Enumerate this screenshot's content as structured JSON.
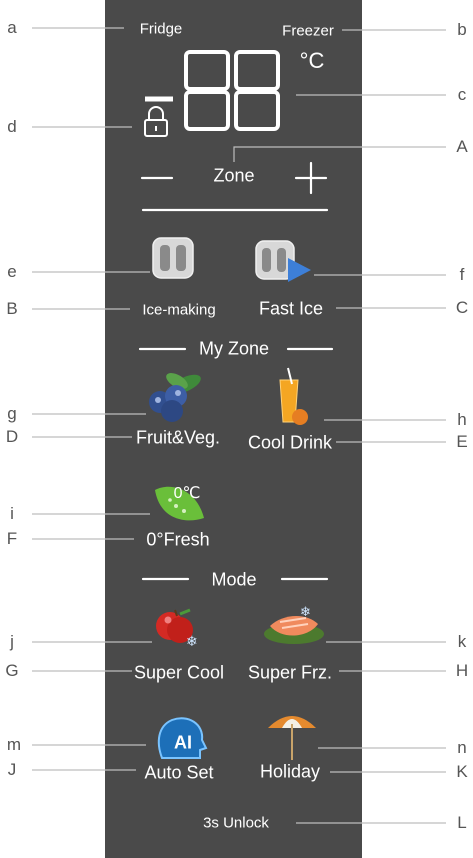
{
  "panel": {
    "fridge": "Fridge",
    "freezer": "Freezer",
    "degree": "°C",
    "display_minus": "-",
    "display_digits": "88",
    "zone": "Zone",
    "my_zone": "My Zone",
    "mode": "Mode",
    "ice_making": "Ice-making",
    "fast_ice": "Fast Ice",
    "fruit_veg": "Fruit&Veg.",
    "cool_drink": "Cool Drink",
    "zero_badge": "0℃",
    "zero_fresh": "0°Fresh",
    "super_cool": "Super Cool",
    "super_frz": "Super Frz.",
    "ai_badge": "AI",
    "auto_set": "Auto Set",
    "holiday": "Holiday",
    "unlock": "3s Unlock"
  },
  "callouts": {
    "a": "a",
    "b": "b",
    "c": "c",
    "d": "d",
    "e": "e",
    "f": "f",
    "g": "g",
    "h": "h",
    "i": "i",
    "j": "j",
    "k": "k",
    "m": "m",
    "n": "n",
    "A": "A",
    "B": "B",
    "C": "C",
    "D": "D",
    "E": "E",
    "F": "F",
    "G": "G",
    "H": "H",
    "J": "J",
    "K": "K",
    "L": "L"
  }
}
